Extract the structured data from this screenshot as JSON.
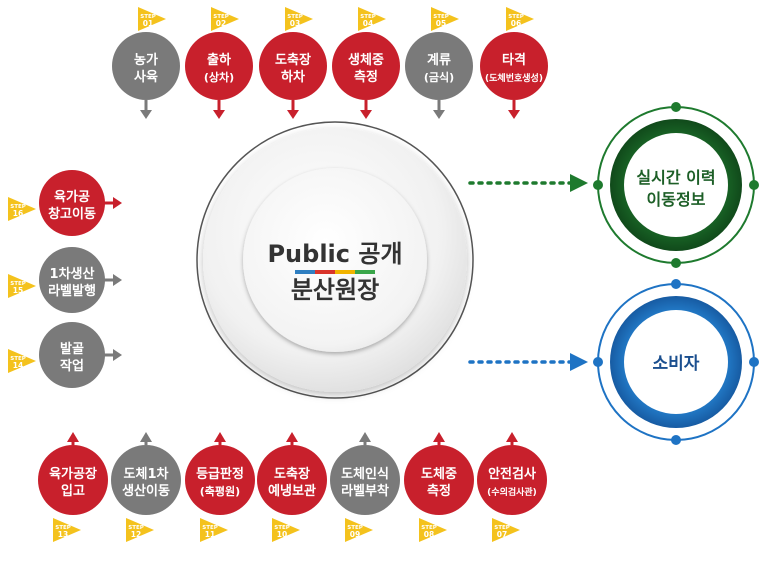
{
  "center": {
    "line1": "Public 공개",
    "line2": "분산원장",
    "underline_colors": [
      "#2f7fc1",
      "#d9342b",
      "#f2b400",
      "#3aa64a"
    ]
  },
  "outputs": [
    {
      "id": "realtime",
      "line1": "실시간 이력",
      "line2": "이동정보",
      "ring_color": "#1e7a2e",
      "text_color": "#1d5f27"
    },
    {
      "id": "consumer",
      "line1": "소비자",
      "line2": "",
      "ring_color": "#1e73c4",
      "text_color": "#1b4f8f"
    }
  ],
  "step_word": "STEP",
  "colors": {
    "red": "#c8202c",
    "gray": "#7a7a7a",
    "yellow": "#f4c21d",
    "arrow_green": "#1e7a2e",
    "arrow_blue": "#1e73c4"
  },
  "top_steps": [
    {
      "num": "01",
      "line1": "농가",
      "line2": "사육",
      "color": "gray"
    },
    {
      "num": "02",
      "line1": "출하",
      "line2": "(상차)",
      "color": "red"
    },
    {
      "num": "03",
      "line1": "도축장",
      "line2": "하차",
      "color": "red"
    },
    {
      "num": "04",
      "line1": "생체중",
      "line2": "측정",
      "color": "red"
    },
    {
      "num": "05",
      "line1": "계류",
      "line2": "(금식)",
      "color": "gray"
    },
    {
      "num": "06",
      "line1": "타격",
      "line2": "(도체번호생성)",
      "color": "red"
    }
  ],
  "left_steps": [
    {
      "num": "16",
      "line1": "육가공",
      "line2": "창고이동",
      "color": "red"
    },
    {
      "num": "15",
      "line1": "1차생산",
      "line2": "라벨발행",
      "color": "gray"
    },
    {
      "num": "14",
      "line1": "발골",
      "line2": "작업",
      "color": "gray"
    }
  ],
  "bottom_steps": [
    {
      "num": "13",
      "line1": "육가공장",
      "line2": "입고",
      "color": "red"
    },
    {
      "num": "12",
      "line1": "도체1차",
      "line2": "생산이동",
      "color": "gray"
    },
    {
      "num": "11",
      "line1": "등급판정",
      "line2": "(축평원)",
      "color": "red"
    },
    {
      "num": "10",
      "line1": "도축장",
      "line2": "예냉보관",
      "color": "red"
    },
    {
      "num": "09",
      "line1": "도체인식",
      "line2": "라벨부착",
      "color": "gray"
    },
    {
      "num": "08",
      "line1": "도체중",
      "line2": "측정",
      "color": "red"
    },
    {
      "num": "07",
      "line1": "안전검사",
      "line2": "(수의검사관)",
      "color": "red"
    }
  ]
}
